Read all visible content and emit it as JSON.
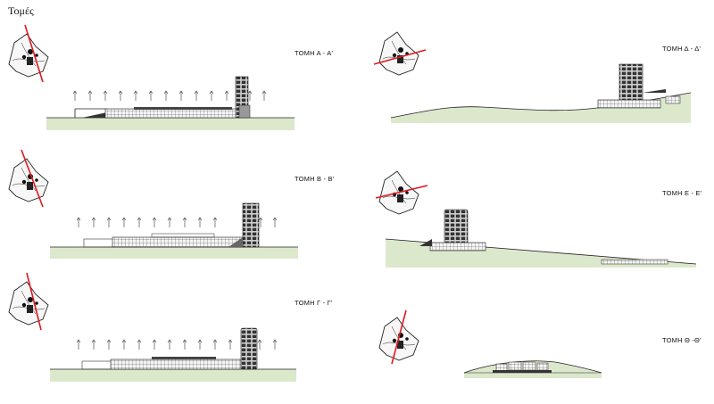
{
  "page": {
    "title": "Τομές"
  },
  "sections": [
    {
      "id": "aa",
      "label": "ΤΟΜΗ Α - Α'"
    },
    {
      "id": "bb",
      "label": "ΤΟΜΗ Β - Β'"
    },
    {
      "id": "gg",
      "label": "ΤΟΜΗ Γ - Γ'"
    },
    {
      "id": "dd",
      "label": "ΤΟΜΗ Δ - Δ'"
    },
    {
      "id": "ee",
      "label": "ΤΟΜΗ Ε - Ε'"
    },
    {
      "id": "thth",
      "label": "ΤΟΜΗ Θ -Θ'"
    }
  ],
  "colors": {
    "ground": "#dce8cc",
    "cut_line": "#e0191f",
    "drawing": "#222222",
    "site_fill": "#f7f7f7"
  }
}
